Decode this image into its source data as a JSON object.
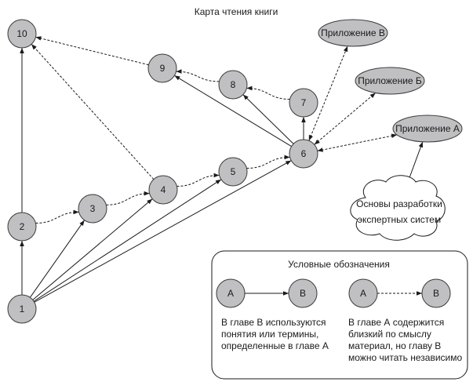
{
  "title": "Карта чтения книги",
  "chapters": [
    {
      "id": "1",
      "label": "1"
    },
    {
      "id": "2",
      "label": "2"
    },
    {
      "id": "3",
      "label": "3"
    },
    {
      "id": "4",
      "label": "4"
    },
    {
      "id": "5",
      "label": "5"
    },
    {
      "id": "6",
      "label": "6"
    },
    {
      "id": "7",
      "label": "7"
    },
    {
      "id": "8",
      "label": "8"
    },
    {
      "id": "9",
      "label": "9"
    },
    {
      "id": "10",
      "label": "10"
    }
  ],
  "appendices": [
    {
      "id": "appV",
      "label": "Приложение В"
    },
    {
      "id": "appB",
      "label": "Приложение Б"
    },
    {
      "id": "appA",
      "label": "Приложение А"
    }
  ],
  "cloud": {
    "lines": [
      "Основы разработки",
      "экспертных систем"
    ]
  },
  "edges": [
    {
      "from": "1",
      "to": "2",
      "type": "solid"
    },
    {
      "from": "1",
      "to": "3",
      "type": "solid"
    },
    {
      "from": "1",
      "to": "4",
      "type": "solid"
    },
    {
      "from": "1",
      "to": "5",
      "type": "solid"
    },
    {
      "from": "1",
      "to": "6",
      "type": "solid"
    },
    {
      "from": "2",
      "to": "10",
      "type": "solid"
    },
    {
      "from": "2",
      "to": "3",
      "type": "dashed"
    },
    {
      "from": "3",
      "to": "4",
      "type": "dashed"
    },
    {
      "from": "4",
      "to": "5",
      "type": "dashed"
    },
    {
      "from": "4",
      "to": "10",
      "type": "dashed"
    },
    {
      "from": "5",
      "to": "6",
      "type": "dashed"
    },
    {
      "from": "6",
      "to": "7",
      "type": "solid"
    },
    {
      "from": "6",
      "to": "8",
      "type": "solid"
    },
    {
      "from": "6",
      "to": "9",
      "type": "solid"
    },
    {
      "from": "7",
      "to": "8",
      "type": "dashed"
    },
    {
      "from": "8",
      "to": "9",
      "type": "dashed"
    },
    {
      "from": "9",
      "to": "10",
      "type": "dashed"
    },
    {
      "from": "6",
      "to": "appV",
      "type": "dashed-bidirectional"
    },
    {
      "from": "6",
      "to": "appB",
      "type": "dashed-bidirectional"
    },
    {
      "from": "6",
      "to": "appA",
      "type": "dashed-bidirectional"
    },
    {
      "from": "cloud",
      "to": "appA",
      "type": "solid"
    }
  ],
  "legend": {
    "title": "Условные обозначения",
    "node_a": "A",
    "node_b": "B",
    "solid_description": [
      "В главе В используются",
      "понятия или термины,",
      "определенные в главе А"
    ],
    "dashed_description": [
      "В главе А содержится",
      "близкий по смыслу",
      "материал, но главу В",
      "можно читать независимо"
    ]
  },
  "colors": {
    "node_fill": "#c0c0c2",
    "stroke": "#1a1a1a"
  }
}
